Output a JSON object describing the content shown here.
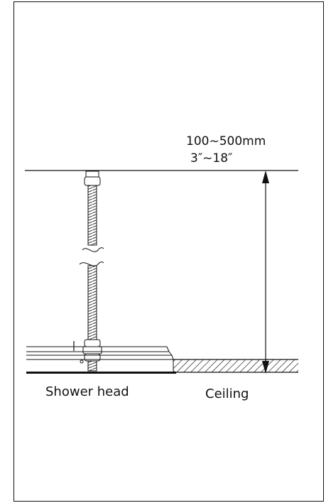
{
  "diagram": {
    "dimension_metric": "100~500mm",
    "dimension_imperial": "3″~18″",
    "labels": {
      "shower_head": "Shower head",
      "ceiling": "Ceiling"
    },
    "line_color": "#111111"
  }
}
